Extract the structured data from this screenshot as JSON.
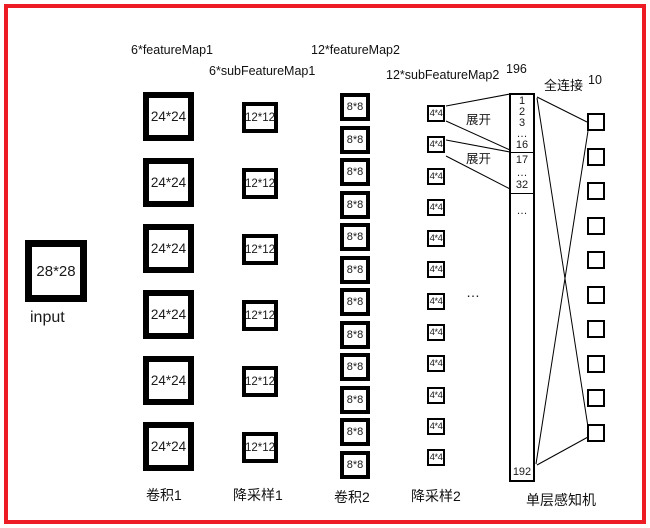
{
  "diagram": {
    "input": {
      "label": "28*28",
      "caption": "input"
    },
    "headers": {
      "featureMap1": "6*featureMap1",
      "subFeatureMap1": "6*subFeatureMap1",
      "featureMap2": "12*featureMap2",
      "subFeatureMap2": "12*subFeatureMap2",
      "vector_size": "196",
      "full_connection": "全连接",
      "output_count": "10"
    },
    "columns": [
      {
        "id": "conv1",
        "box_label": "24*24",
        "count": 6,
        "caption": "卷积1"
      },
      {
        "id": "pool1",
        "box_label": "12*12",
        "count": 6,
        "caption": "降采样1"
      },
      {
        "id": "conv2",
        "box_label": "8*8",
        "count": 12,
        "caption": "卷积2"
      },
      {
        "id": "pool2",
        "box_label": "4*4",
        "count": 12,
        "caption": "降采样2"
      }
    ],
    "unfold_labels": [
      "展开",
      "展开"
    ],
    "mid_ellipsis": "…",
    "vector": {
      "segment1": [
        "1",
        "2",
        "3",
        "…",
        "16"
      ],
      "segment2": [
        "17",
        "…",
        "32"
      ],
      "ellipsis": "…",
      "last_index": "192",
      "caption": "单层感知机"
    },
    "output": {
      "count": 10
    },
    "colors": {
      "frame": "#EC1B24",
      "line": "#000000"
    }
  }
}
